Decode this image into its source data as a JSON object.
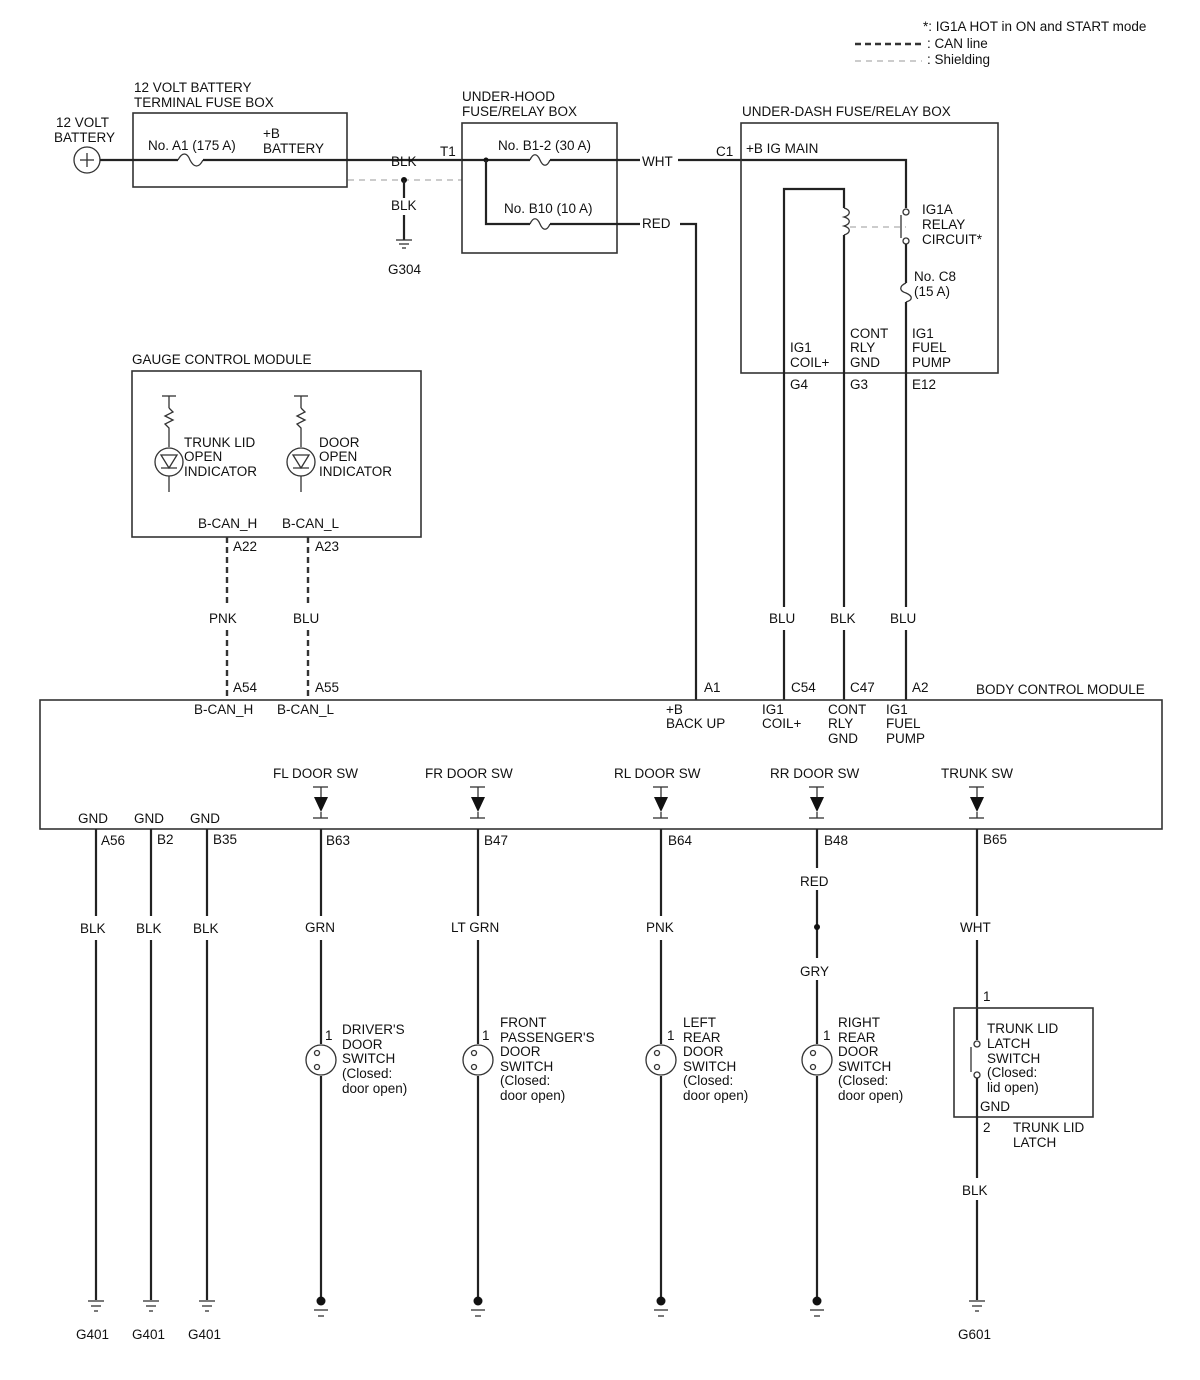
{
  "legend": {
    "relay_note": "*: IG1A HOT in ON and START mode",
    "can_line": ": CAN line",
    "shielding": ": Shielding"
  },
  "battery": {
    "label_line1": "12 VOLT",
    "label_line2": "BATTERY"
  },
  "terminal_fuse_box": {
    "title_line1": "12 VOLT BATTERY",
    "title_line2": "TERMINAL FUSE BOX",
    "fuse": "No. A1 (175 A)",
    "out_line1": "+B",
    "out_line2": "BATTERY"
  },
  "ground_branch": {
    "wire_top": "BLK",
    "wire_down": "BLK",
    "ground": "G304"
  },
  "underhood_box": {
    "title_line1": "UNDER-HOOD",
    "title_line2": "FUSE/RELAY BOX",
    "terminal": "T1",
    "fuse1": "No. B1-2 (30 A)",
    "fuse2": "No. B10 (10 A)",
    "out1_wire": "WHT",
    "out2_wire": "RED"
  },
  "underdash_box": {
    "title": "UNDER-DASH FUSE/RELAY BOX",
    "in_terminal": "C1",
    "in_label": "+B IG MAIN",
    "relay_line1": "IG1A",
    "relay_line2": "RELAY",
    "relay_line3": "CIRCUIT*",
    "fuse_line1": "No. C8",
    "fuse_line2": "(15 A)",
    "pins": [
      {
        "l1": "IG1",
        "l2": "COIL+",
        "l3": "",
        "term": "G4",
        "wire": "BLU"
      },
      {
        "l1": "CONT",
        "l2": "RLY",
        "l3": "GND",
        "term": "G3",
        "wire": "BLK"
      },
      {
        "l1": "IG1",
        "l2": "FUEL",
        "l3": "PUMP",
        "term": "E12",
        "wire": "BLU"
      }
    ]
  },
  "gauge_module": {
    "title": "GAUGE CONTROL MODULE",
    "ind1_line1": "TRUNK LID",
    "ind1_line2": "OPEN",
    "ind1_line3": "INDICATOR",
    "ind2_line1": "DOOR",
    "ind2_line2": "OPEN",
    "ind2_line3": "INDICATOR",
    "pin1_label": "B-CAN_H",
    "pin2_label": "B-CAN_L",
    "pin1_term": "A22",
    "pin2_term": "A23",
    "wire1": "PNK",
    "wire2": "BLU"
  },
  "bcm": {
    "title": "BODY CONTROL MODULE",
    "top_pins": [
      {
        "term": "A54",
        "l1": "B-CAN_H",
        "l2": "",
        "l3": ""
      },
      {
        "term": "A55",
        "l1": "B-CAN_L",
        "l2": "",
        "l3": ""
      },
      {
        "term": "A1",
        "l1": "+B",
        "l2": "BACK UP",
        "l3": ""
      },
      {
        "term": "C54",
        "l1": "IG1",
        "l2": "COIL+",
        "l3": ""
      },
      {
        "term": "C47",
        "l1": "CONT",
        "l2": "RLY",
        "l3": "GND"
      },
      {
        "term": "A2",
        "l1": "IG1",
        "l2": "FUEL",
        "l3": "PUMP"
      }
    ],
    "gnd_pins": [
      {
        "label": "GND",
        "term": "A56",
        "wire": "BLK",
        "ground": "G401"
      },
      {
        "label": "GND",
        "term": "B2",
        "wire": "BLK",
        "ground": "G401"
      },
      {
        "label": "GND",
        "term": "B35",
        "wire": "BLK",
        "ground": "G401"
      }
    ],
    "switch_pins": [
      {
        "label": "FL DOOR SW",
        "term": "B63",
        "wire": "GRN",
        "pin": "1",
        "sw": [
          "DRIVER'S",
          "DOOR",
          "SWITCH",
          "(Closed:",
          "door open)"
        ]
      },
      {
        "label": "FR DOOR SW",
        "term": "B47",
        "wire": "LT GRN",
        "pin": "1",
        "sw": [
          "FRONT",
          "PASSENGER'S",
          "DOOR",
          "SWITCH",
          "(Closed:",
          "door open)"
        ]
      },
      {
        "label": "RL DOOR SW",
        "term": "B64",
        "wire": "PNK",
        "pin": "1",
        "sw": [
          "LEFT",
          "REAR",
          "DOOR",
          "SWITCH",
          "(Closed:",
          "door open)"
        ]
      },
      {
        "label": "RR DOOR SW",
        "term": "B48",
        "wire": "RED",
        "wire2": "GRY",
        "pin": "1",
        "sw": [
          "RIGHT",
          "REAR",
          "DOOR",
          "SWITCH",
          "(Closed:",
          "door open)"
        ]
      },
      {
        "label": "TRUNK SW",
        "term": "B65",
        "wire": "WHT"
      }
    ]
  },
  "trunk_latch": {
    "pin_in": "1",
    "sw_line1": "TRUNK LID",
    "sw_line2": "LATCH",
    "sw_line3": "SWITCH",
    "sw_line4": "(Closed:",
    "sw_line5": "lid open)",
    "gnd_label": "GND",
    "pin_out": "2",
    "name_line1": "TRUNK LID",
    "name_line2": "LATCH",
    "wire_out": "BLK",
    "ground": "G601"
  }
}
